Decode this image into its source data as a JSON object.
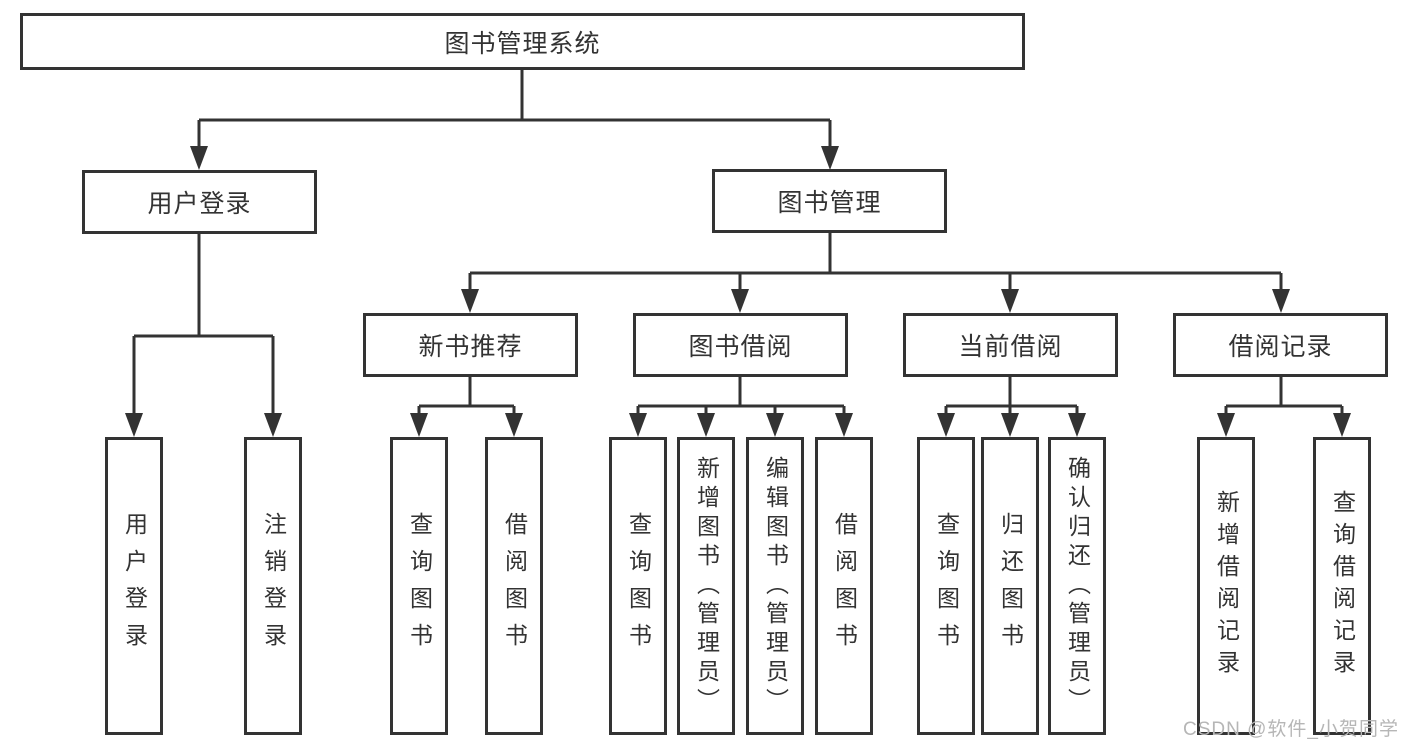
{
  "diagram_title": "图书管理系统",
  "tree": {
    "label": "图书管理系统",
    "children": [
      {
        "label": "用户登录",
        "children": [
          {
            "label": "用户登录"
          },
          {
            "label": "注销登录"
          }
        ]
      },
      {
        "label": "图书管理",
        "children": [
          {
            "label": "新书推荐",
            "children": [
              {
                "label": "查询图书"
              },
              {
                "label": "借阅图书"
              }
            ]
          },
          {
            "label": "图书借阅",
            "children": [
              {
                "label": "查询图书"
              },
              {
                "label": "新增图书（管理员）"
              },
              {
                "label": "编辑图书（管理员）"
              },
              {
                "label": "借阅图书"
              }
            ]
          },
          {
            "label": "当前借阅",
            "children": [
              {
                "label": "查询图书"
              },
              {
                "label": "归还图书"
              },
              {
                "label": "确认归还（管理员）"
              }
            ]
          },
          {
            "label": "借阅记录",
            "children": [
              {
                "label": "新增借阅记录"
              },
              {
                "label": "查询借阅记录"
              }
            ]
          }
        ]
      }
    ]
  },
  "watermark": {
    "text": "CSDN @软件_小贺同学"
  },
  "colors": {
    "line": "#333333",
    "box_border": "#333333",
    "text": "#333333",
    "background": "#ffffff",
    "watermark": "#b6b6b6"
  }
}
